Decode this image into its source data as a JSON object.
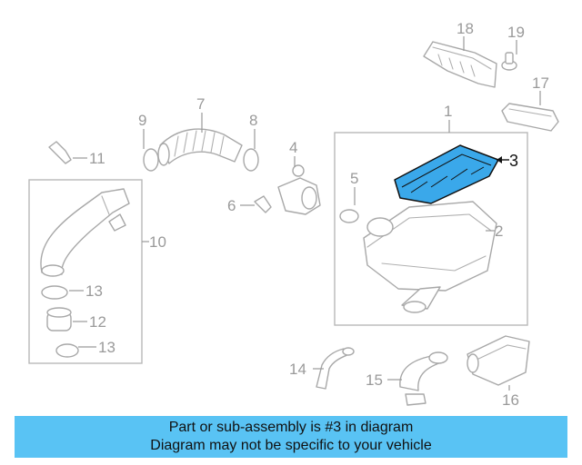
{
  "callouts": {
    "n1": "1",
    "n2": "2",
    "n3": "3",
    "n4": "4",
    "n5": "5",
    "n6": "6",
    "n7": "7",
    "n8": "8",
    "n9": "9",
    "n10": "10",
    "n11": "11",
    "n12": "12",
    "n13a": "13",
    "n13b": "13",
    "n14": "14",
    "n15": "15",
    "n16": "16",
    "n17": "17",
    "n18": "18",
    "n19": "19"
  },
  "banner": {
    "line1": "Part or sub-assembly is #3 in diagram",
    "line2": "Diagram may not be specific to your vehicle"
  },
  "colors": {
    "highlight_part": "#3aa8ea",
    "banner_bg": "#59c3f4",
    "line_gray": "#a8a8a8"
  }
}
